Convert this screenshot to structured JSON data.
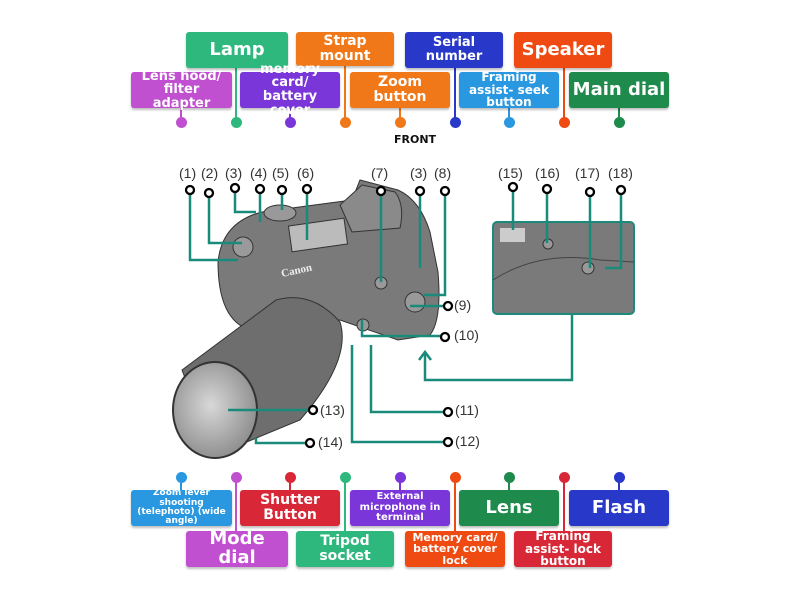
{
  "view_label": "FRONT",
  "top_labels": [
    {
      "text": "Lamp",
      "color": "#2eb87e"
    },
    {
      "text": "Strap mount",
      "color": "#f07818"
    },
    {
      "text": "Serial number",
      "color": "#2838c8"
    },
    {
      "text": "Speaker",
      "color": "#ee4a12"
    },
    {
      "text": "Lens hood/ filter adapter",
      "color": "#c050d0"
    },
    {
      "text": "memory card/ battery cover",
      "color": "#7a36d8"
    },
    {
      "text": "Zoom button",
      "color": "#f07818"
    },
    {
      "text": "Framing assist- seek button",
      "color": "#2a98e0"
    },
    {
      "text": "Main dial",
      "color": "#1e8a4c"
    }
  ],
  "bottom_labels": [
    {
      "text": "Zoom lever shooting (telephoto) (wide angle)",
      "color": "#2a98e0"
    },
    {
      "text": "Shutter Button",
      "color": "#d82838"
    },
    {
      "text": "External microphone in terminal",
      "color": "#7a36d8"
    },
    {
      "text": "Lens",
      "color": "#1e8a4c"
    },
    {
      "text": "Flash",
      "color": "#2838c8"
    },
    {
      "text": "Mode dial",
      "color": "#c050d0"
    },
    {
      "text": "Tripod socket",
      "color": "#2eb87e"
    },
    {
      "text": "Memory card/ battery cover lock",
      "color": "#ee4a12"
    },
    {
      "text": "Framing assist- lock button",
      "color": "#d82838"
    }
  ],
  "top_drop_dot_colors": [
    "#c050d0",
    "#2eb87e",
    "#7a36d8",
    "#f07818",
    "#f07818",
    "#2838c8",
    "#2a98e0",
    "#ee4a12",
    "#1e8a4c"
  ],
  "bottom_drop_dot_colors": [
    "#2a98e0",
    "#c050d0",
    "#d82838",
    "#2eb87e",
    "#7a36d8",
    "#ee4a12",
    "#1e8a4c",
    "#d82838",
    "#2838c8"
  ],
  "callout_numbers": [
    "(1)",
    "(2)",
    "(3)",
    "(4)",
    "(5)",
    "(6)",
    "(7)",
    "(3)",
    "(8)",
    "(9)",
    "(10)",
    "(11)",
    "(12)",
    "(13)",
    "(14)",
    "(15)",
    "(16)",
    "(17)",
    "(18)"
  ],
  "leader_color": "#1a8a7a"
}
